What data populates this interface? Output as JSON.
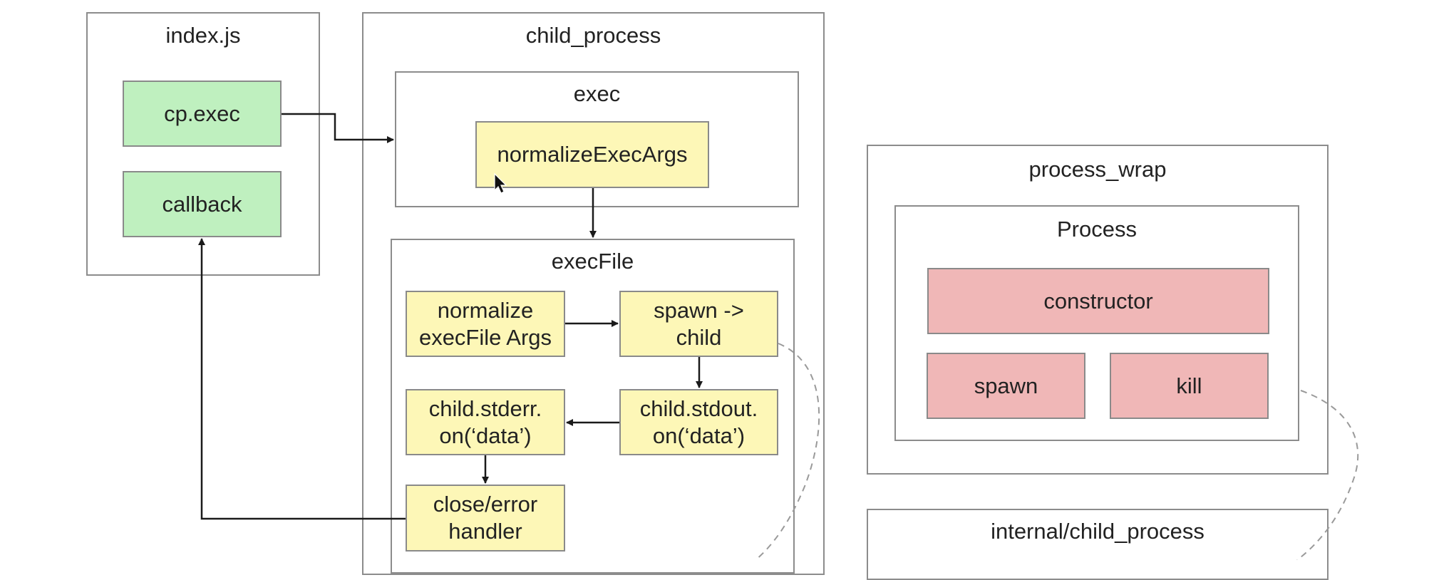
{
  "colors": {
    "green": "#bff0bf",
    "yellow": "#fdf7b7",
    "red": "#f0b7b7",
    "border": "#8c8c8c",
    "arrow": "#1a1a1a",
    "dashed": "#9a9a9a"
  },
  "panels": {
    "index": {
      "title": "index.js"
    },
    "child_process": {
      "title": "child_process"
    },
    "exec": {
      "title": "exec"
    },
    "execfile": {
      "title": "execFile"
    },
    "process_wrap": {
      "title": "process_wrap"
    },
    "process": {
      "title": "Process"
    },
    "internal": {
      "title": "internal/child_process"
    }
  },
  "nodes": {
    "cp_exec": "cp.exec",
    "callback": "callback",
    "normalize_exec_args": "normalizeExecArgs",
    "normalize_execfile_args": "normalize\nexecFile Args",
    "spawn_child": "spawn ->\nchild",
    "stderr": "child.stderr.\non(‘data’)",
    "stdout": "child.stdout.\non(‘data’)",
    "close_error": "close/error\nhandler",
    "constructor": "constructor",
    "spawn": "spawn",
    "kill": "kill"
  }
}
